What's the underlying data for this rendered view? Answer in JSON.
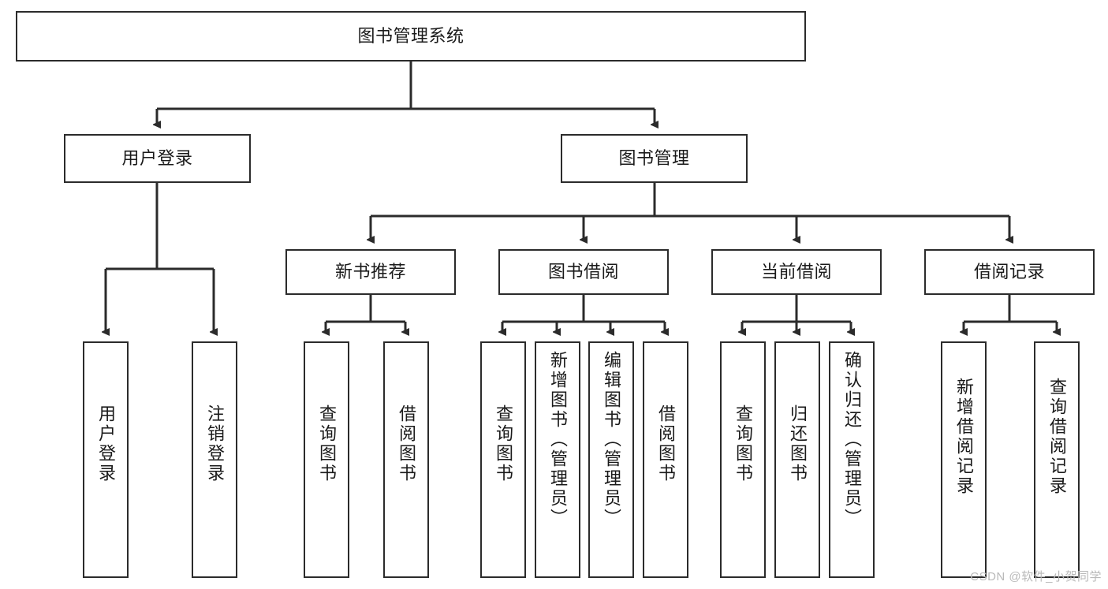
{
  "diagram": {
    "title_node": {
      "label": "图书管理系统"
    },
    "level2": [
      {
        "key": "user-login",
        "label": "用户登录"
      },
      {
        "key": "book-manage",
        "label": "图书管理"
      }
    ],
    "level3": [
      {
        "key": "new-book-recommend",
        "label": "新书推荐"
      },
      {
        "key": "book-borrow",
        "label": "图书借阅"
      },
      {
        "key": "current-borrow",
        "label": "当前借阅"
      },
      {
        "key": "borrow-record",
        "label": "借阅记录"
      }
    ],
    "leaves": [
      {
        "key": "user-login-leaf",
        "label": "用户登录"
      },
      {
        "key": "logout-leaf",
        "label": "注销登录"
      },
      {
        "key": "query-book-1",
        "label": "查询图书"
      },
      {
        "key": "borrow-book-1",
        "label": "借阅图书"
      },
      {
        "key": "query-book-2",
        "label": "查询图书"
      },
      {
        "key": "add-book-admin",
        "label": "新增图书（管理员）"
      },
      {
        "key": "edit-book-admin",
        "label": "编辑图书（管理员）"
      },
      {
        "key": "borrow-book-2",
        "label": "借阅图书"
      },
      {
        "key": "query-book-3",
        "label": "查询图书"
      },
      {
        "key": "return-book",
        "label": "归还图书"
      },
      {
        "key": "confirm-return-admin",
        "label": "确认归还（管理员）"
      },
      {
        "key": "add-borrow-record",
        "label": "新增借阅记录"
      },
      {
        "key": "query-borrow-record",
        "label": "查询借阅记录"
      }
    ],
    "watermark": "CSDN @软件_小贺同学",
    "colors": {
      "stroke": "#2b2b2b",
      "fill": "#ffffff",
      "text": "#1a1a1a",
      "watermark": "#b9b9b9"
    }
  }
}
